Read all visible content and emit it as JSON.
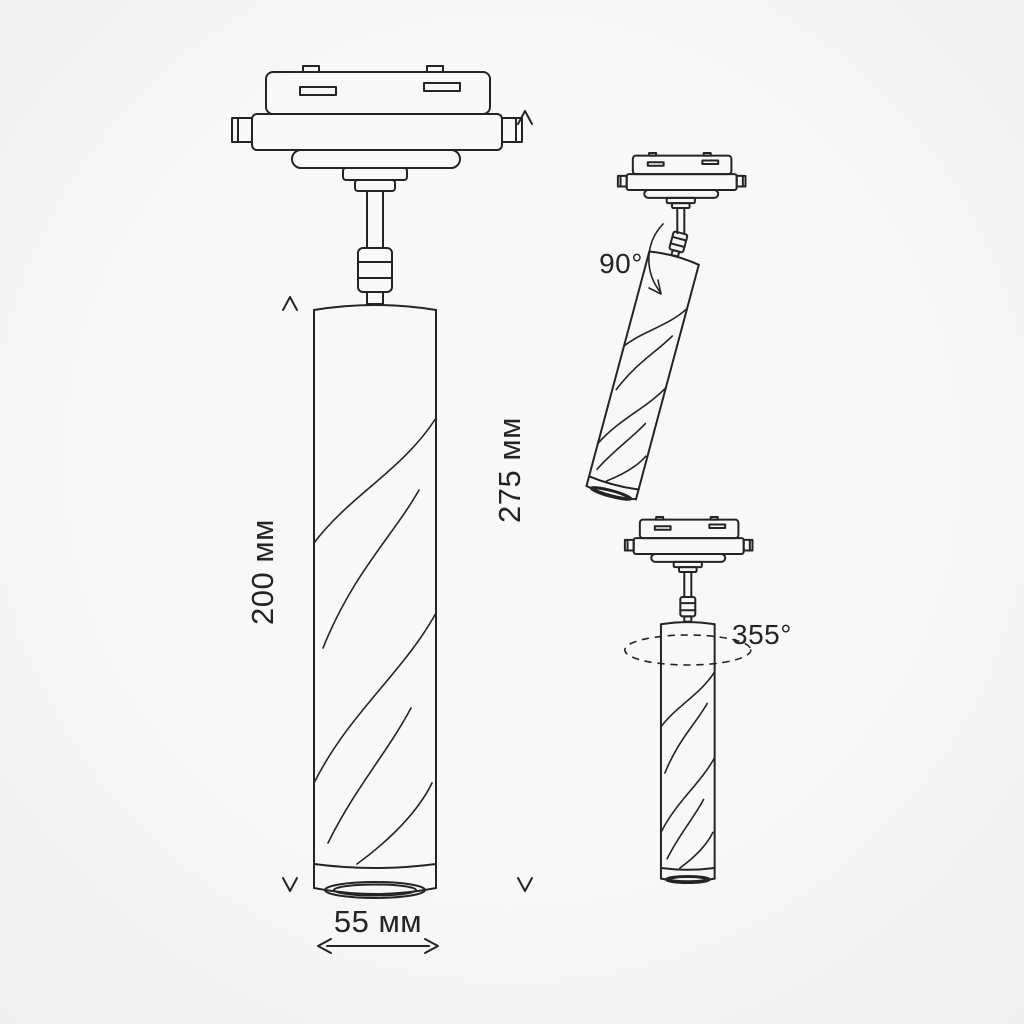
{
  "colors": {
    "background": "#f6f6f6",
    "line": "#242424",
    "text": "#242424"
  },
  "dimensions": {
    "body_height": {
      "label": "200 мм",
      "value": 200,
      "unit": "мм"
    },
    "overall_height": {
      "label": "275 мм",
      "value": 275,
      "unit": "мм"
    },
    "diameter": {
      "label": "55 мм",
      "value": 55,
      "unit": "мм"
    }
  },
  "angles": {
    "tilt": {
      "label": "90°",
      "value": 90
    },
    "rotation": {
      "label": "355°",
      "value": 355
    }
  }
}
